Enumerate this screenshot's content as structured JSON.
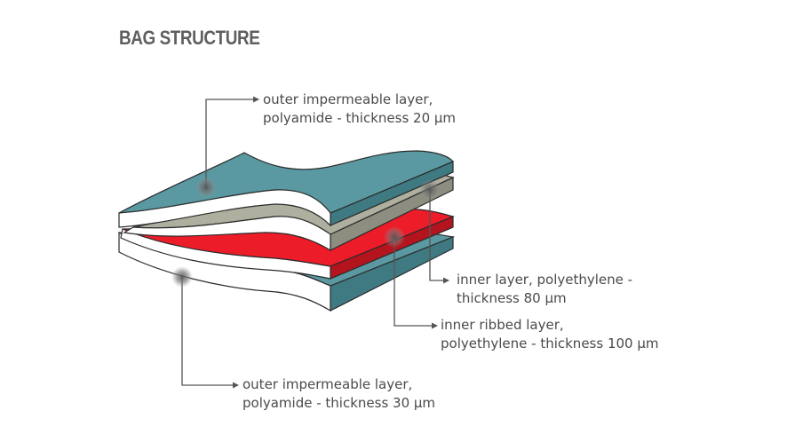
{
  "title": "BAG STRUCTURE",
  "colors": {
    "outer_top": "#5a99a1",
    "inner_pe": "#aeaf9e",
    "ribbed": "#ed1c29",
    "outer_bottom": "#5a99a1",
    "outline": "#2b2b2b",
    "leader": "#555555"
  },
  "layers": [
    {
      "id": "outer-top",
      "line1": "outer impermeable layer,",
      "line2": "polyamide - thickness 20 µm"
    },
    {
      "id": "inner-pe",
      "line1": "inner layer, polyethylene -",
      "line2": "thickness 80 µm"
    },
    {
      "id": "ribbed",
      "line1": "inner ribbed layer,",
      "line2": "polyethylene - thickness 100 µm"
    },
    {
      "id": "outer-bottom",
      "line1": "outer impermeable layer,",
      "line2": "polyamide - thickness 30 µm"
    }
  ]
}
